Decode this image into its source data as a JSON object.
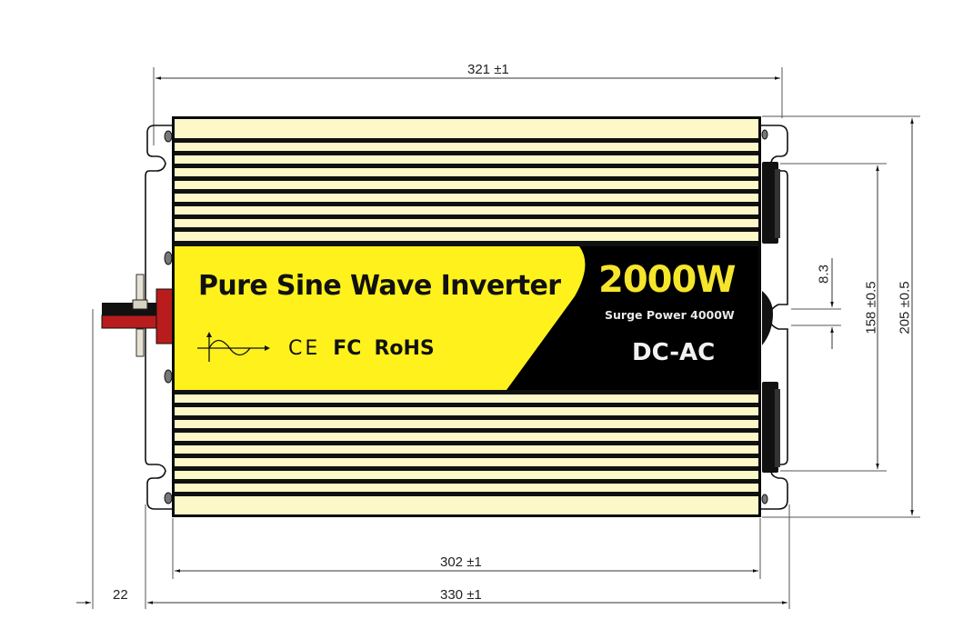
{
  "drawing": {
    "subject": "Pure Sine Wave Inverter dimension drawing",
    "units": "mm"
  },
  "product_label": {
    "title": "Pure Sine Wave Inverter",
    "certifications": [
      "CE",
      "FC",
      "RoHS"
    ],
    "wave_icon": "sine-wave-icon",
    "rated_power": "2000W",
    "surge_power": "Surge Power 4000W",
    "conversion": "DC-AC",
    "colors": {
      "label_yellow": "#fff21c",
      "label_black": "#000000",
      "power_text": "#f5e52b",
      "fin_cream": "#fdf8c8",
      "terminal_red": "#b81c1c"
    }
  },
  "dimensions": {
    "top_width": "321 ±1",
    "body_width": "302 ±1",
    "overall_width": "330 ±1",
    "terminal_offset": "22",
    "mount_hole_pitch": "158 ±0.5",
    "overall_height": "205 ±0.5",
    "slot_width": "8.3"
  }
}
